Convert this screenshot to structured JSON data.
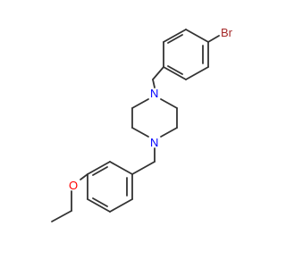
{
  "molecule": {
    "atoms": {
      "bromine": "Br",
      "nitrogen_top": "N",
      "nitrogen_bottom": "N",
      "oxygen": "O"
    },
    "colors": {
      "bond": "#333333",
      "bromine": "#a52a2a",
      "nitrogen": "#0000ff",
      "oxygen": "#ff0000",
      "background": "#ffffff"
    }
  }
}
